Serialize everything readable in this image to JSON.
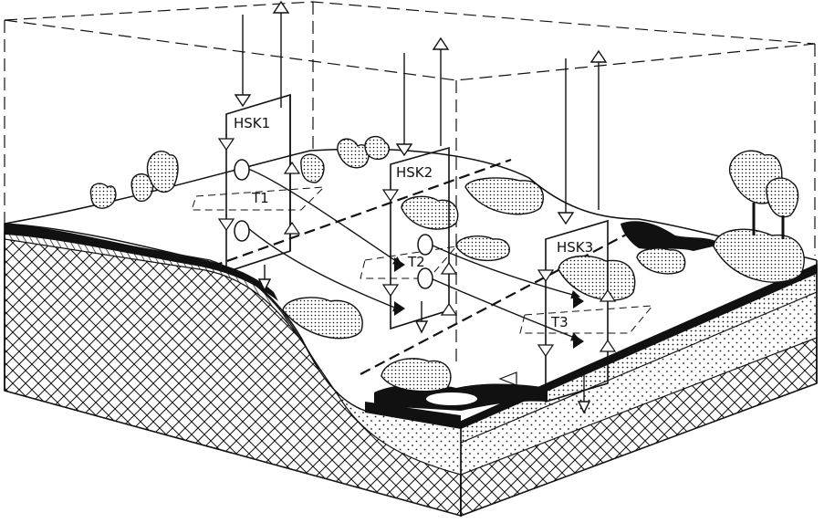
{
  "figure": {
    "units": [
      {
        "id": "hsk1",
        "label": "HSK1",
        "transect": "T1"
      },
      {
        "id": "hsk2",
        "label": "HSK2",
        "transect": "T2"
      },
      {
        "id": "hsk3",
        "label": "HSK3",
        "transect": "T3"
      }
    ]
  }
}
